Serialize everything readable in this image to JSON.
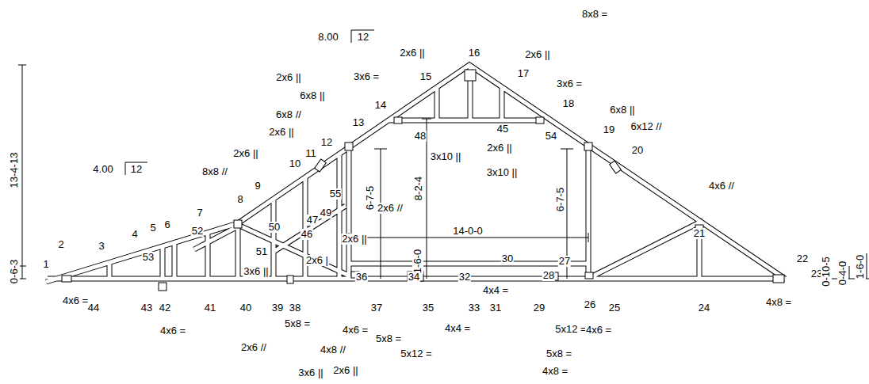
{
  "diagram": {
    "labels": [
      "8x8 =",
      "8.00",
      "12",
      "2x6 ||",
      "16",
      "2x6 ||",
      "2x6 ||",
      "3x6 =",
      "15",
      "17",
      "6x8 ||",
      "3x6 =",
      "14",
      "18",
      "6x8 //",
      "6x8 ||",
      "13",
      "6x12 //",
      "48",
      "45",
      "54",
      "19",
      "2x6 ||",
      "12",
      "2x6 ||",
      "20",
      "11",
      "2x6 ||",
      "3x10 ||",
      "10",
      "8x8 //",
      "3x10 ||",
      "4.00",
      "12",
      "9",
      "4x6 //",
      "55",
      "6-7-5",
      "8-2-4",
      "6-7-5",
      "13-4-13",
      "2x6 //",
      "8",
      "49",
      "47",
      "7",
      "21",
      "50",
      "46",
      "4",
      "5",
      "6",
      "52",
      "2",
      "3",
      "53",
      "2x6 ||",
      "14-0-0",
      "51",
      "1-6-0",
      "30",
      "27",
      "22",
      "2x6 |",
      "1",
      "3x6 ||",
      "0-6-3",
      "23",
      "0-10-5",
      "0-4-0",
      "1-6-0",
      "36",
      "34",
      "32",
      "28",
      "4x4 =",
      "4x6 =",
      "44",
      "43",
      "42",
      "41",
      "40",
      "39",
      "38",
      "37",
      "35",
      "33",
      "31",
      "29",
      "26",
      "25",
      "24",
      "4x8 =",
      "5x8 =",
      "4x6 =",
      "4x4 =",
      "5x12 =",
      "4x6 =",
      "4x6 =",
      "5x8 =",
      "2x6 //",
      "4x8 //",
      "5x12 =",
      "5x8 =",
      "3x6 ||",
      "2x6 ||",
      "4x8 ="
    ]
  }
}
